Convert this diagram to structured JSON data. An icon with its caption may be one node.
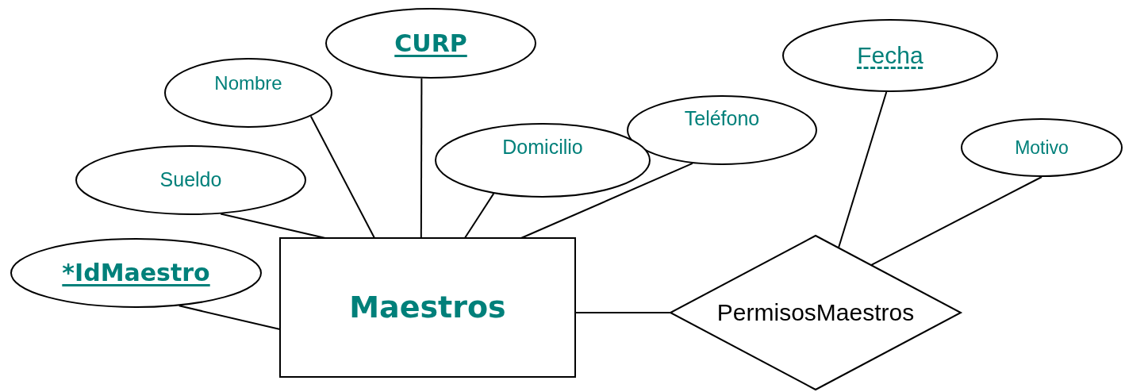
{
  "diagram": {
    "nodes": [
      {
        "text": [
          "CURP"
        ]
      },
      {
        "text": [
          "Fecha"
        ]
      },
      {
        "text": [
          "Nombre"
        ]
      },
      {
        "text": [
          "Teléfono"
        ]
      },
      {
        "text": [
          "Domicilio"
        ]
      },
      {
        "text": [
          "Motivo"
        ]
      },
      {
        "text": [
          "Sueldo"
        ]
      },
      {
        "text": [
          "*IdMaestro"
        ]
      },
      {
        "text": [
          "Maestros"
        ]
      },
      {
        "text": [
          "PermisosMaestros"
        ]
      }
    ],
    "edges": [
      {
        "from": 0,
        "to": 8,
        "arrow": "none"
      },
      {
        "from": 2,
        "to": 8,
        "arrow": "none"
      },
      {
        "from": 4,
        "to": 8,
        "arrow": "none"
      },
      {
        "from": 3,
        "to": 8,
        "arrow": "none"
      },
      {
        "from": 6,
        "to": 8,
        "arrow": "none"
      },
      {
        "from": 7,
        "to": 8,
        "arrow": "none"
      },
      {
        "from": 8,
        "to": 9,
        "arrow": "none"
      },
      {
        "from": 1,
        "to": 9,
        "arrow": "none"
      },
      {
        "from": 5,
        "to": 9,
        "arrow": "none"
      }
    ]
  }
}
